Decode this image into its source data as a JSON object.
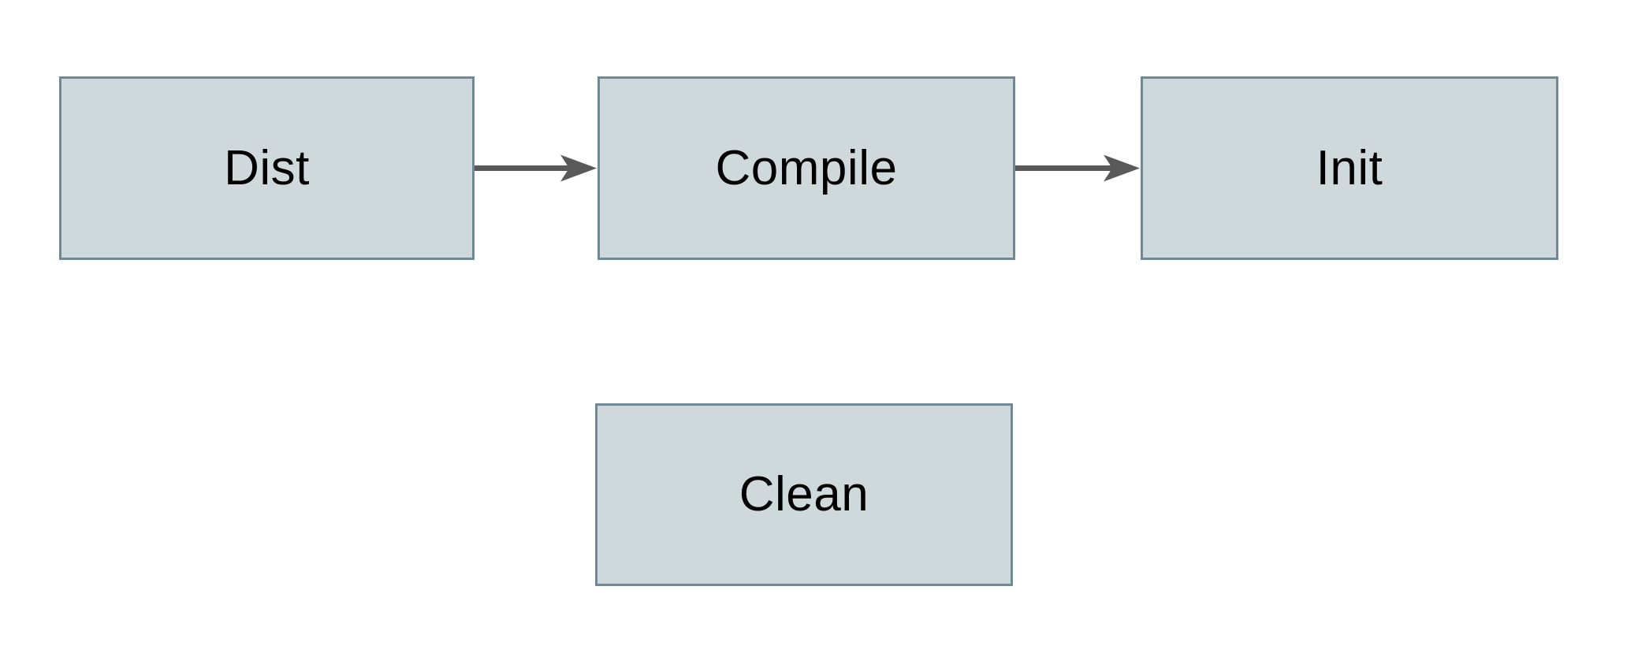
{
  "diagram": {
    "type": "flowchart",
    "background_color": "#ffffff",
    "node_fill_color": "#cfd8db",
    "node_border_color": "#6e8998",
    "node_text_color": "#000000",
    "arrow_color": "#595959",
    "nodes": [
      {
        "id": "dist",
        "label": "Dist"
      },
      {
        "id": "compile",
        "label": "Compile"
      },
      {
        "id": "init",
        "label": "Init"
      },
      {
        "id": "clean",
        "label": "Clean"
      }
    ],
    "edges": [
      {
        "from": "Dist",
        "to": "Compile",
        "style": "arrow"
      },
      {
        "from": "Compile",
        "to": "Init",
        "style": "arrow"
      }
    ]
  }
}
